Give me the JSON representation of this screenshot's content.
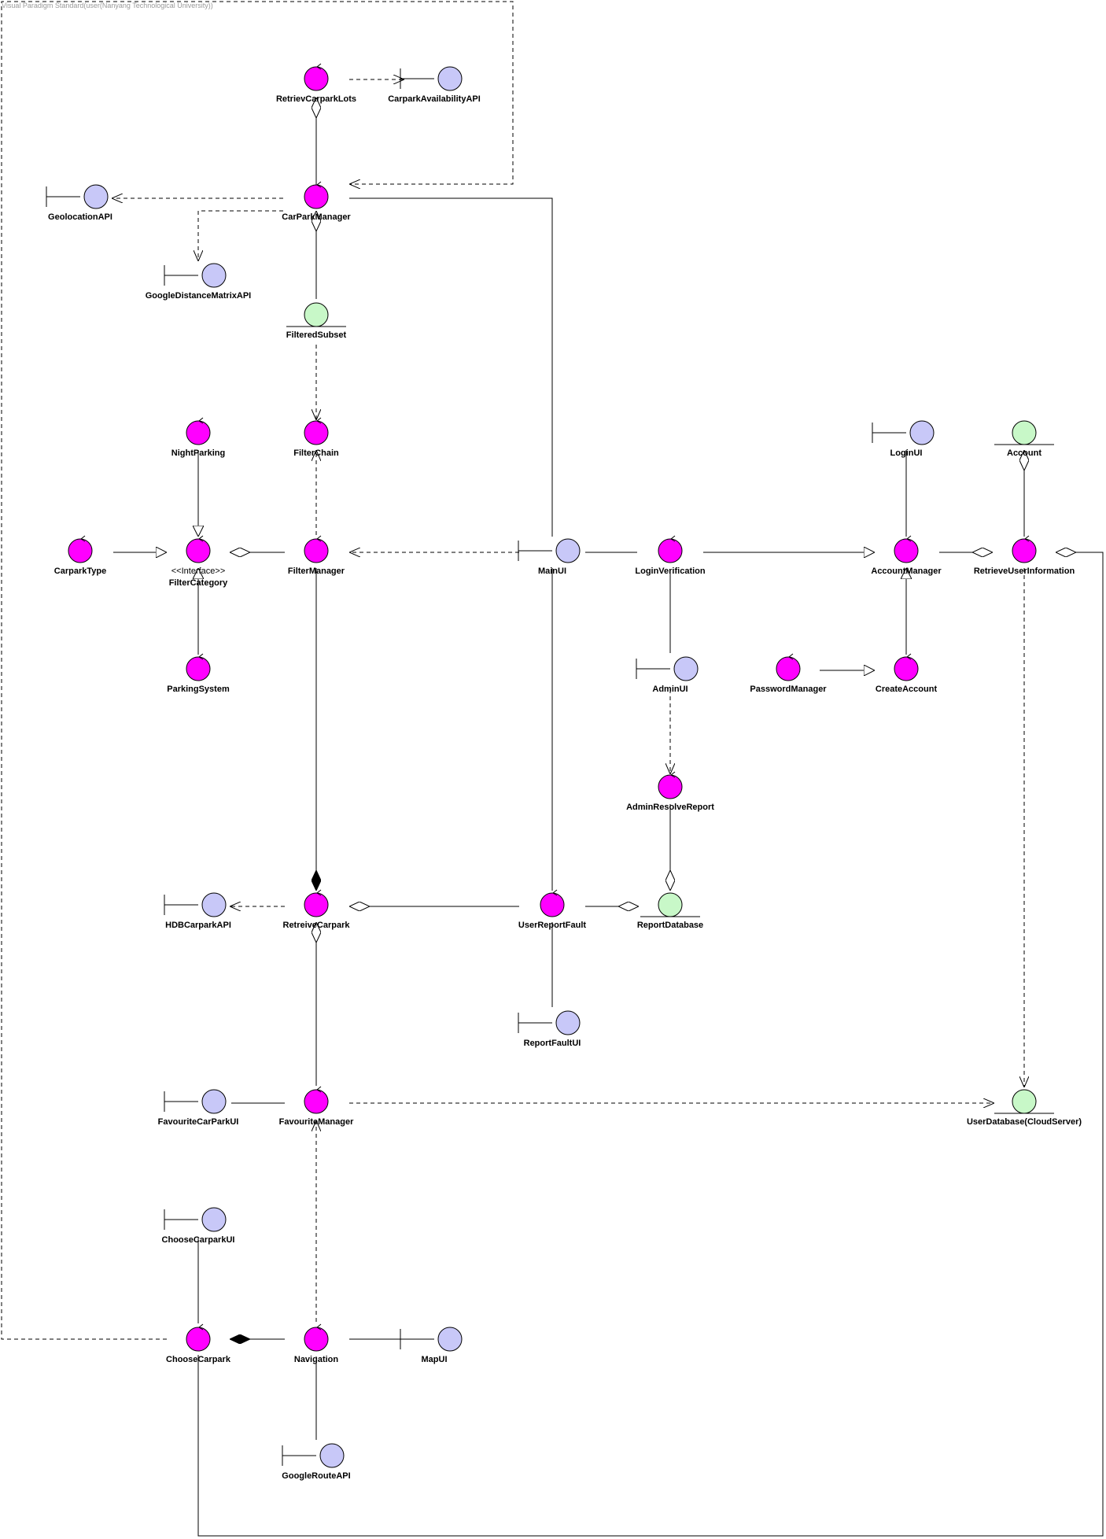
{
  "watermark": "Visual Paradigm Standard(user(Nanyang Technological University))",
  "colors": {
    "control": "#ff00ff",
    "boundary": "#c8c8f8",
    "entity": "#c8f8c8",
    "stroke": "#000000"
  },
  "nodes": {
    "retriev_carpark_lots": {
      "label": "RetrievCarparkLots",
      "kind": "control"
    },
    "carpark_availability_api": {
      "label": "CarparkAvailabilityAPI",
      "kind": "boundary"
    },
    "geolocation_api": {
      "label": "GeolocationAPI",
      "kind": "boundary"
    },
    "carpark_manager": {
      "label": "CarParkManager",
      "kind": "control"
    },
    "google_distance_matrix_api": {
      "label": "GoogleDistanceMatrixAPI",
      "kind": "boundary"
    },
    "filtered_subset": {
      "label": "FilteredSubset",
      "kind": "entity"
    },
    "night_parking": {
      "label": "NightParking",
      "kind": "control"
    },
    "filter_chain": {
      "label": "FilterChain",
      "kind": "control"
    },
    "login_ui": {
      "label": "LoginUI",
      "kind": "boundary"
    },
    "account": {
      "label": "Account",
      "kind": "entity"
    },
    "carpark_type": {
      "label": "CarparkType",
      "kind": "control"
    },
    "filter_category": {
      "label": "FilterCategory",
      "kind": "control",
      "stereotype": "<<Interface>>"
    },
    "filter_manager": {
      "label": "FilterManager",
      "kind": "control"
    },
    "main_ui": {
      "label": "MainUI",
      "kind": "boundary"
    },
    "login_verification": {
      "label": "LoginVerification",
      "kind": "control"
    },
    "account_manager": {
      "label": "AccountManager",
      "kind": "control"
    },
    "retrieve_user_information": {
      "label": "RetrieveUserInformation",
      "kind": "control"
    },
    "parking_system": {
      "label": "ParkingSystem",
      "kind": "control"
    },
    "admin_ui": {
      "label": "AdminUI",
      "kind": "boundary"
    },
    "password_manager": {
      "label": "PasswordManager",
      "kind": "control"
    },
    "create_account": {
      "label": "CreateAccount",
      "kind": "control"
    },
    "admin_resolve_report": {
      "label": "AdminResolveReport",
      "kind": "control"
    },
    "hdb_carpark_api": {
      "label": "HDBCarparkAPI",
      "kind": "boundary"
    },
    "retreive_carpark": {
      "label": "RetreiveCarpark",
      "kind": "control"
    },
    "user_report_fault": {
      "label": "UserReportFault",
      "kind": "control"
    },
    "report_database": {
      "label": "ReportDatabase",
      "kind": "entity"
    },
    "report_fault_ui": {
      "label": "ReportFaultUI",
      "kind": "boundary"
    },
    "favourite_carpark_ui": {
      "label": "FavouriteCarParkUI",
      "kind": "boundary"
    },
    "favourite_manager": {
      "label": "FavouriteManager",
      "kind": "control"
    },
    "user_database": {
      "label": "UserDatabase(CloudServer)",
      "kind": "entity"
    },
    "choose_carpark_ui": {
      "label": "ChooseCarparkUI",
      "kind": "boundary"
    },
    "choose_carpark": {
      "label": "ChooseCarpark",
      "kind": "control"
    },
    "navigation": {
      "label": "Navigation",
      "kind": "control"
    },
    "map_ui": {
      "label": "MapUI",
      "kind": "boundary"
    },
    "google_route_api": {
      "label": "GoogleRouteAPI",
      "kind": "boundary"
    }
  }
}
